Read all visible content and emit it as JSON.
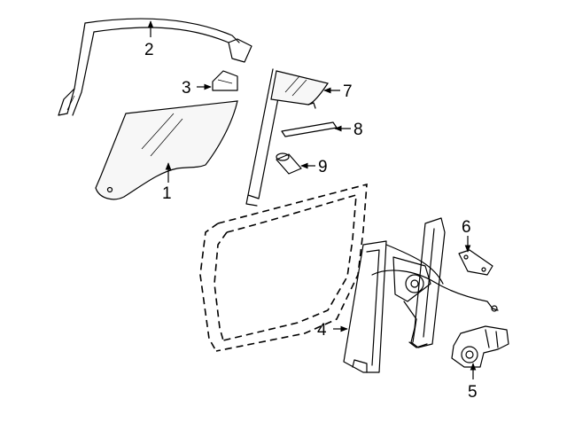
{
  "callouts": [
    {
      "id": "1",
      "label": "1"
    },
    {
      "id": "2",
      "label": "2"
    },
    {
      "id": "3",
      "label": "3"
    },
    {
      "id": "4",
      "label": "4"
    },
    {
      "id": "5",
      "label": "5"
    },
    {
      "id": "6",
      "label": "6"
    },
    {
      "id": "7",
      "label": "7"
    },
    {
      "id": "8",
      "label": "8"
    },
    {
      "id": "9",
      "label": "9"
    }
  ],
  "colors": {
    "ink": "#000000",
    "background": "#ffffff",
    "glass": "#f7f7f7"
  }
}
